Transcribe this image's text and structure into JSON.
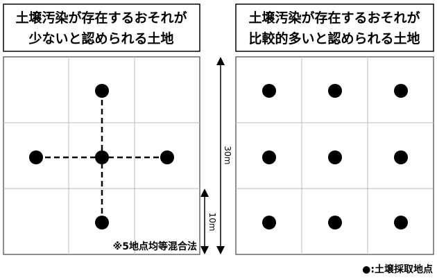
{
  "left": {
    "title_line1": "土壌汚染が存在するおそれが",
    "title_line2": "少ないと認められる土地",
    "note": "※5地点均等混合法"
  },
  "right": {
    "title_line1": "土壌汚染が存在するおそれが",
    "title_line2": "比較的多いと認められる土地"
  },
  "dimensions": {
    "total": "30m",
    "cell": "10m"
  },
  "legend": "●:土壌採取地点"
}
